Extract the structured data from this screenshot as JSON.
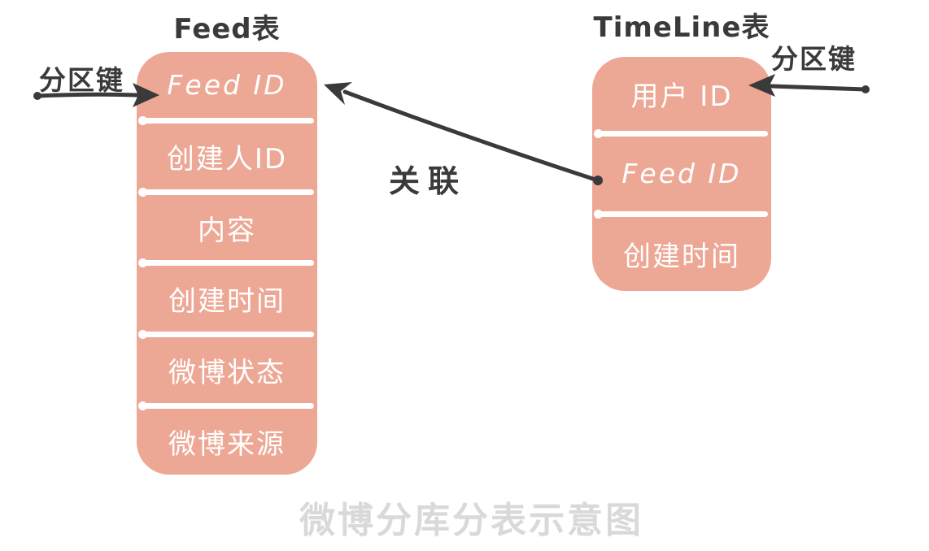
{
  "diagram": {
    "caption": "微博分库分表示意图",
    "relation": {
      "label": "关联"
    },
    "partition_key_left": {
      "label": "分区键"
    },
    "partition_key_right": {
      "label": "分区键"
    },
    "feed_table": {
      "title": "Feed表",
      "rows": [
        "Feed ID",
        "创建人ID",
        "内容",
        "创建时间",
        "微博状态",
        "微博来源"
      ]
    },
    "timeline_table": {
      "title": "TimeLine表",
      "rows": [
        "用户 ID",
        "Feed ID",
        "创建时间"
      ]
    },
    "colors": {
      "table_fill": "#EDA795",
      "row_text": "#FFFFFF",
      "label_text": "#3A3A3A",
      "arrow": "#3A3A3A",
      "caption_text": "#D9D9D9"
    }
  }
}
